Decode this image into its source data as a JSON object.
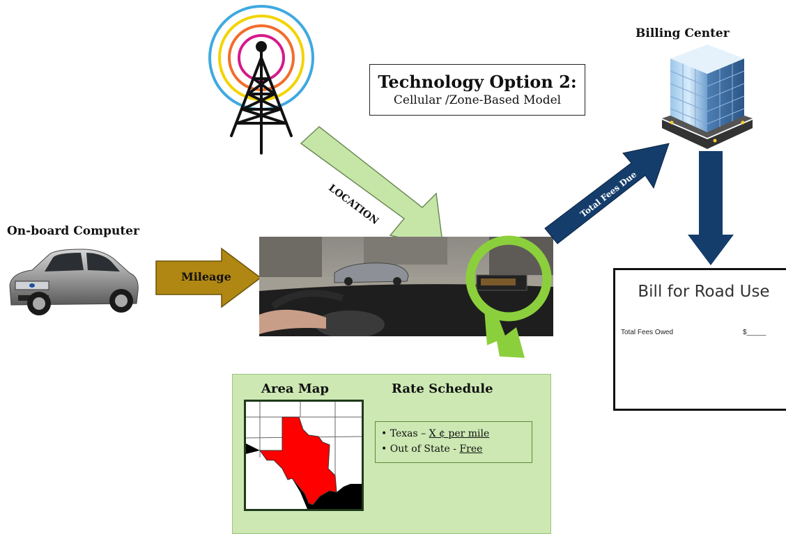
{
  "title": {
    "main": "Technology Option 2:",
    "sub": "Cellular /Zone-Based Model"
  },
  "labels": {
    "billing_center": "Billing Center",
    "onboard_computer": "On-board Computer",
    "mileage": "Mileage",
    "location": "LOCATION",
    "total_fees_due": "Total Fees Due",
    "area_map": "Area Map",
    "rate_schedule": "Rate Schedule"
  },
  "bill": {
    "title": "Bill for Road Use",
    "row_label": "Total Fees Owed",
    "row_value": "$_____"
  },
  "rates": [
    {
      "bullet": "•",
      "region": "Texas – ",
      "rate": "X ¢ per mile"
    },
    {
      "bullet": "•",
      "region": "Out of State - ",
      "rate": "Free"
    }
  ],
  "colors": {
    "location_arrow": "#c6e6a8",
    "mileage_arrow": "#b08712",
    "fees_arrow": "#143d6b",
    "down_arrow": "#143d6b",
    "highlight_ring": "#8ccf3c",
    "texas": "#ff0000",
    "panel_bg": "#cde8b3"
  },
  "icons": [
    "cell-tower-icon",
    "building-icon",
    "car-icon",
    "dashboard-photo",
    "texas-map"
  ]
}
